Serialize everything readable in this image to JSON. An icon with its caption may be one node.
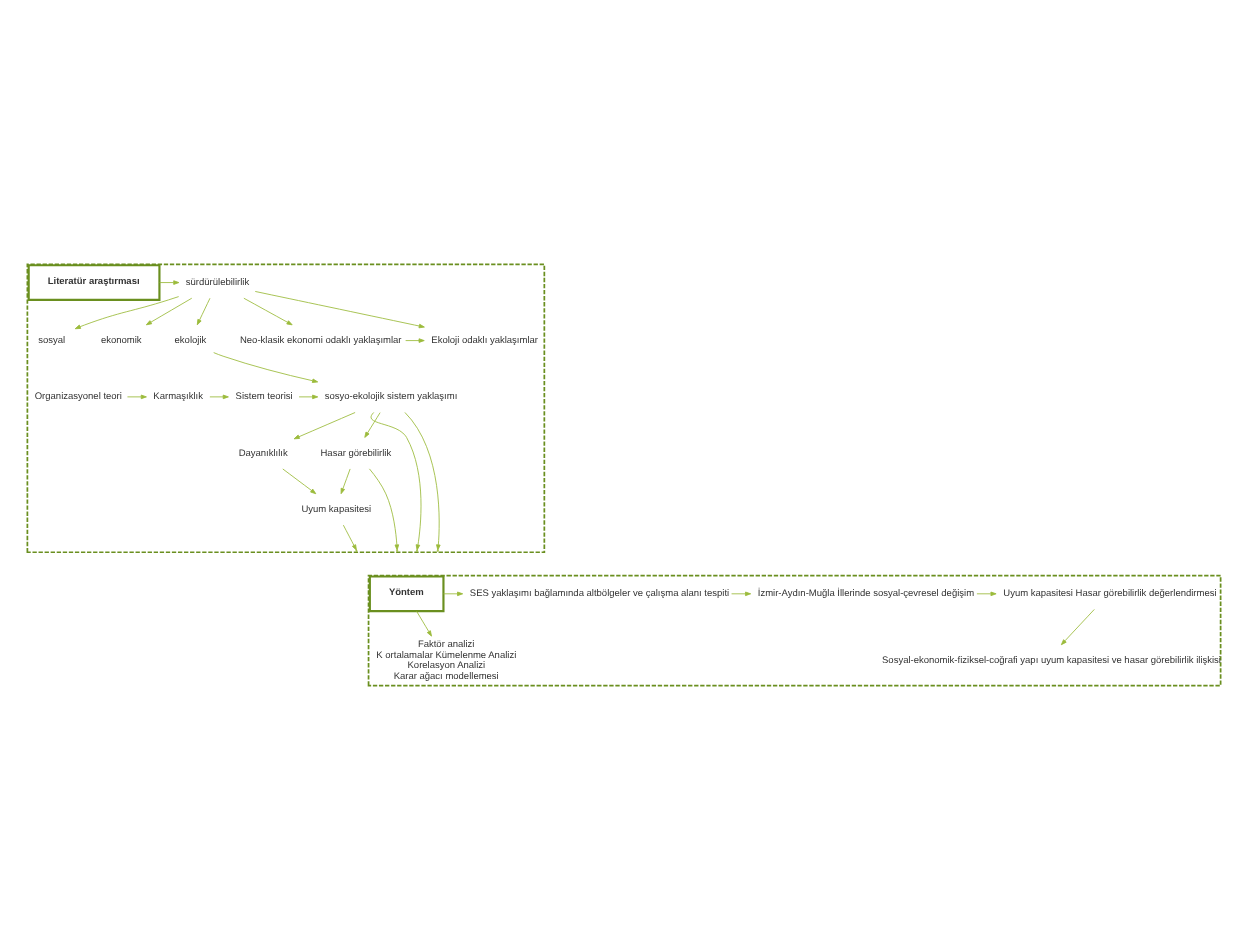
{
  "diagram": {
    "nodes": [
      {
        "text": [],
        "shape": "box"
      },
      {
        "text": [
          "Literatür araştırması"
        ],
        "in": 0
      },
      {
        "text": [
          "sürdürülebilirlik"
        ],
        "in": 0
      },
      {
        "text": [
          "sosyal"
        ],
        "in": 0
      },
      {
        "text": [
          "ekonomik"
        ],
        "in": 0
      },
      {
        "text": [
          "ekolojik"
        ],
        "in": 0
      },
      {
        "text": [
          "Neo-klasik ekonomi odaklı yaklaşımlar"
        ],
        "in": 0
      },
      {
        "text": [
          "Ekoloji odaklı yaklaşımlar"
        ],
        "in": 0
      },
      {
        "text": [
          "Organizasyonel teori"
        ],
        "in": 0
      },
      {
        "text": [
          "Karmaşıklık"
        ],
        "in": 0
      },
      {
        "text": [
          "Sistem teorisi"
        ],
        "in": 0
      },
      {
        "text": [
          "sosyo-ekolojik sistem yaklaşımı"
        ],
        "in": 0
      },
      {
        "text": [
          "Dayanıklılık"
        ],
        "in": 0
      },
      {
        "text": [
          "Hasar görebilirlik"
        ],
        "in": 0
      },
      {
        "text": [
          "Uyum kapasitesi"
        ],
        "in": 0
      },
      {
        "text": [],
        "shape": "box"
      },
      {
        "text": [
          "Yöntem"
        ],
        "in": 15
      },
      {
        "text": [
          "SES yaklaşımı bağlamında altbölgeler ve çalışma alanı tespiti"
        ],
        "in": 15
      },
      {
        "text": [
          "İzmir-Aydın-Muğla İllerinde sosyal-çevresel değişim"
        ],
        "in": 15
      },
      {
        "text": [
          "Uyum kapasitesi Hasar görebilirlik değerlendirmesi"
        ],
        "in": 15
      },
      {
        "text": [
          "Faktör analizi",
          "K ortalamalar Kümelenme Analizi",
          "Korelasyon Analizi",
          "Karar ağacı modellemesi"
        ],
        "in": 15
      },
      {
        "text": [
          "Sosyal-ekonomik-fiziksel-coğrafi yapı uyum kapasitesi ve hasar görebilirlik ilişkisi"
        ],
        "in": 15
      }
    ],
    "edges": [
      {
        "from": 1,
        "to": 2,
        "arrow": "to"
      },
      {
        "from": 2,
        "to": 3,
        "arrow": "to"
      },
      {
        "from": 2,
        "to": 4,
        "arrow": "to"
      },
      {
        "from": 2,
        "to": 5,
        "arrow": "to"
      },
      {
        "from": 2,
        "to": 6,
        "arrow": "to"
      },
      {
        "from": 2,
        "to": 7,
        "arrow": "to"
      },
      {
        "from": 6,
        "to": 7,
        "arrow": "to"
      },
      {
        "from": 5,
        "to": 11,
        "arrow": "to"
      },
      {
        "from": 8,
        "to": 9,
        "arrow": "to"
      },
      {
        "from": 9,
        "to": 10,
        "arrow": "to"
      },
      {
        "from": 10,
        "to": 11,
        "arrow": "to"
      },
      {
        "from": 11,
        "to": 12,
        "arrow": "to"
      },
      {
        "from": 11,
        "to": 13,
        "arrow": "to"
      },
      {
        "from": 12,
        "to": 14,
        "arrow": "to"
      },
      {
        "from": 13,
        "to": 14,
        "arrow": "to"
      },
      {
        "from": 11,
        "to": 0,
        "arrow": "to"
      },
      {
        "from": 11,
        "to": 0,
        "arrow": "to"
      },
      {
        "from": 13,
        "to": 0,
        "arrow": "to"
      },
      {
        "from": 14,
        "to": 0,
        "arrow": "to"
      },
      {
        "from": 16,
        "to": 17,
        "arrow": "to"
      },
      {
        "from": 17,
        "to": 18,
        "arrow": "to"
      },
      {
        "from": 18,
        "to": 19,
        "arrow": "to"
      },
      {
        "from": 16,
        "to": 20,
        "arrow": "to"
      },
      {
        "from": 19,
        "to": 21,
        "arrow": "to"
      }
    ]
  }
}
